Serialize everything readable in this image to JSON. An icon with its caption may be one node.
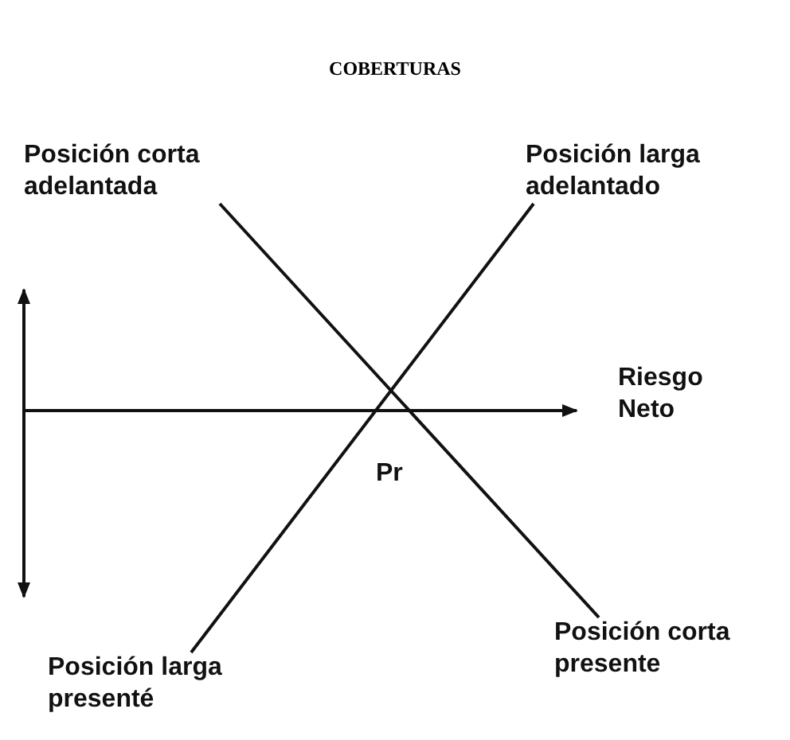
{
  "diagram": {
    "title": "COBERTURAS",
    "nodes": [
      {
        "text": [
          "Posición corta adelantada"
        ]
      },
      {
        "text": [
          "Posición larga adelantado"
        ]
      },
      {
        "text": [
          "Posición larga presenté"
        ]
      },
      {
        "text": [
          "Posición corta presente"
        ]
      }
    ],
    "edges": [
      {
        "from": 0,
        "to": 3,
        "arrow": "none"
      },
      {
        "from": 1,
        "to": 2,
        "arrow": "none"
      }
    ],
    "labels": [
      "Riesgo Neto",
      "Pr"
    ]
  }
}
